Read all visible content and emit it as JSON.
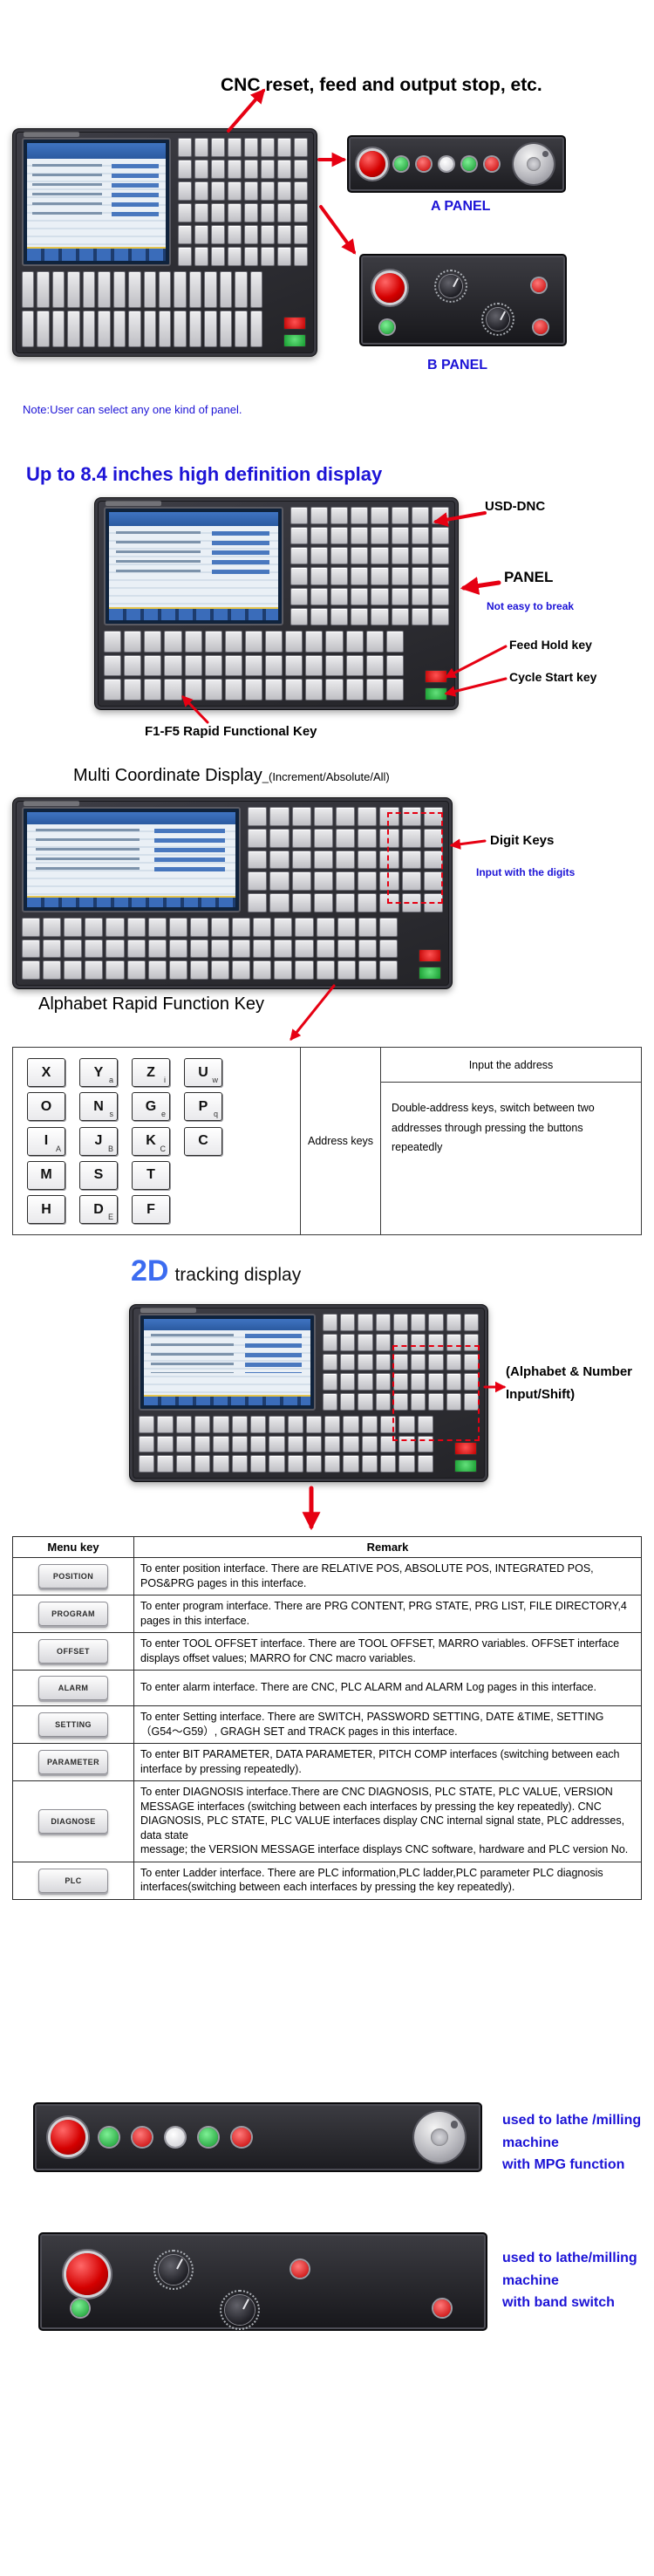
{
  "colors": {
    "arrow_red": "#e60012",
    "heading_blue": "#1c13d6",
    "d2_blue": "#3c6cf0"
  },
  "section_top": {
    "title": "CNC reset, feed and output  stop, etc.",
    "a_panel_label": "A PANEL",
    "b_panel_label": "B PANEL",
    "note": "Note:User can select any one kind of panel."
  },
  "section_display": {
    "heading": "Up to 8.4 inches high definition display",
    "callout_usb": "USD-DNC",
    "callout_panel": "PANEL",
    "callout_panel_sub": "Not easy to break",
    "callout_feed_hold": "Feed Hold key",
    "callout_cycle_start": "Cycle Start key",
    "f_keys_note": "F1-F5 Rapid Functional Key"
  },
  "section_coordinate": {
    "heading_main": "Multi Coordinate Display",
    "heading_sub": "_(Increment/Absolute/All)",
    "callout_digit": "Digit Keys",
    "callout_digit_sub": "Input with the digits"
  },
  "address_table": {
    "heading": "Alphabet Rapid Function Key",
    "col_label": "Address keys",
    "header": "Input the address",
    "remark": "Double-address keys, switch between two\naddresses through pressing the buttons repeatedly",
    "key_rows": [
      [
        {
          "main": "X",
          "sub": ""
        },
        {
          "main": "Y",
          "sub": "a"
        },
        {
          "main": "Z",
          "sub": "i"
        },
        {
          "main": "U",
          "sub": "w"
        }
      ],
      [
        {
          "main": "O",
          "sub": ""
        },
        {
          "main": "N",
          "sub": "s"
        },
        {
          "main": "G",
          "sub": "e"
        },
        {
          "main": "P",
          "sub": "q"
        }
      ],
      [
        {
          "main": "I",
          "sub": "A"
        },
        {
          "main": "J",
          "sub": "B"
        },
        {
          "main": "K",
          "sub": "C"
        },
        {
          "main": "C",
          "sub": ""
        }
      ],
      [
        {
          "main": "M",
          "sub": ""
        },
        {
          "main": "S",
          "sub": ""
        },
        {
          "main": "T",
          "sub": ""
        }
      ],
      [
        {
          "main": "H",
          "sub": ""
        },
        {
          "main": "D",
          "sub": "E"
        },
        {
          "main": "F",
          "sub": ""
        }
      ]
    ]
  },
  "section_tracking": {
    "heading_2d": "2D",
    "heading_rest": "tracking display",
    "callout_alpha": "(Alphabet & Number\nInput/Shift)"
  },
  "menu_table": {
    "header_key": "Menu key",
    "header_remark": "Remark",
    "rows": [
      {
        "key": "POSITION",
        "remark": "To enter position interface. There are RELATIVE POS, ABSOLUTE POS, INTEGRATED POS, POS&PRG pages in this interface."
      },
      {
        "key": "PROGRAM",
        "remark": "To enter program interface. There are PRG CONTENT, PRG STATE, PRG LIST, FILE DIRECTORY,4 pages in this interface."
      },
      {
        "key": "OFFSET",
        "remark": "To enter TOOL OFFSET interface. There are TOOL OFFSET, MARRO variables. OFFSET interface displays offset values; MARRO for CNC macro variables."
      },
      {
        "key": "ALARM",
        "remark": "To enter alarm interface. There are CNC, PLC ALARM and ALARM Log pages in this interface."
      },
      {
        "key": "SETTING",
        "remark": "To enter Setting interface. There are SWITCH, PASSWORD SETTING, DATE &TIME, SETTING （G54～G59）, GRAGH SET and TRACK pages in this interface."
      },
      {
        "key": "PARAMETER",
        "remark": "To enter BIT PARAMETER, DATA PARAMETER, PITCH COMP interfaces (switching between each interface by pressing repeatedly)."
      },
      {
        "key": "DIAGNOSE",
        "remark": "To enter DIAGNOSIS interface.There are CNC DIAGNOSIS, PLC STATE, PLC VALUE, VERSION MESSAGE interfaces (switching between each interfaces by pressing the key repeatedly). CNC DIAGNOSIS, PLC STATE, PLC VALUE interfaces display CNC internal signal state, PLC addresses, data state\nmessage; the VERSION MESSAGE interface displays CNC software, hardware and PLC version No."
      },
      {
        "key": "PLC",
        "remark": "To enter Ladder interface. There are PLC information,PLC ladder,PLC parameter PLC diagnosis interfaces(switching between each interfaces by pressing the key repeatedly)."
      }
    ]
  },
  "section_bottom": {
    "mpg_caption": "used to lathe /milling machine\nwith MPG function",
    "band_caption": "used to lathe/milling machine\n with band switch"
  }
}
